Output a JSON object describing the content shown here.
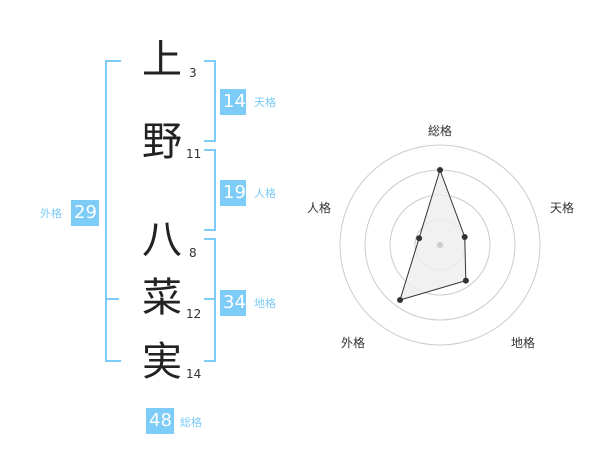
{
  "chars": [
    {
      "kanji": "上",
      "strokes": "3"
    },
    {
      "kanji": "野",
      "strokes": "11"
    },
    {
      "kanji": "八",
      "strokes": "8"
    },
    {
      "kanji": "菜",
      "strokes": "12"
    },
    {
      "kanji": "実",
      "strokes": "14"
    }
  ],
  "kaku": {
    "tenkaku": {
      "value": "14",
      "label": "天格"
    },
    "jinkaku": {
      "value": "19",
      "label": "人格"
    },
    "chikaku": {
      "value": "34",
      "label": "地格"
    },
    "gaikaku": {
      "value": "29",
      "label": "外格"
    },
    "soukaku": {
      "value": "48",
      "label": "総格"
    }
  },
  "colors": {
    "accent": "#7dcbf7",
    "ring": "#cccccc",
    "point": "#333333"
  },
  "chart_data": {
    "type": "radar",
    "axes": [
      "総格",
      "天格",
      "地格",
      "外格",
      "人格"
    ],
    "values": [
      0.75,
      0.26,
      0.44,
      0.68,
      0.22
    ],
    "range": [
      0,
      1
    ],
    "rings": 4
  }
}
